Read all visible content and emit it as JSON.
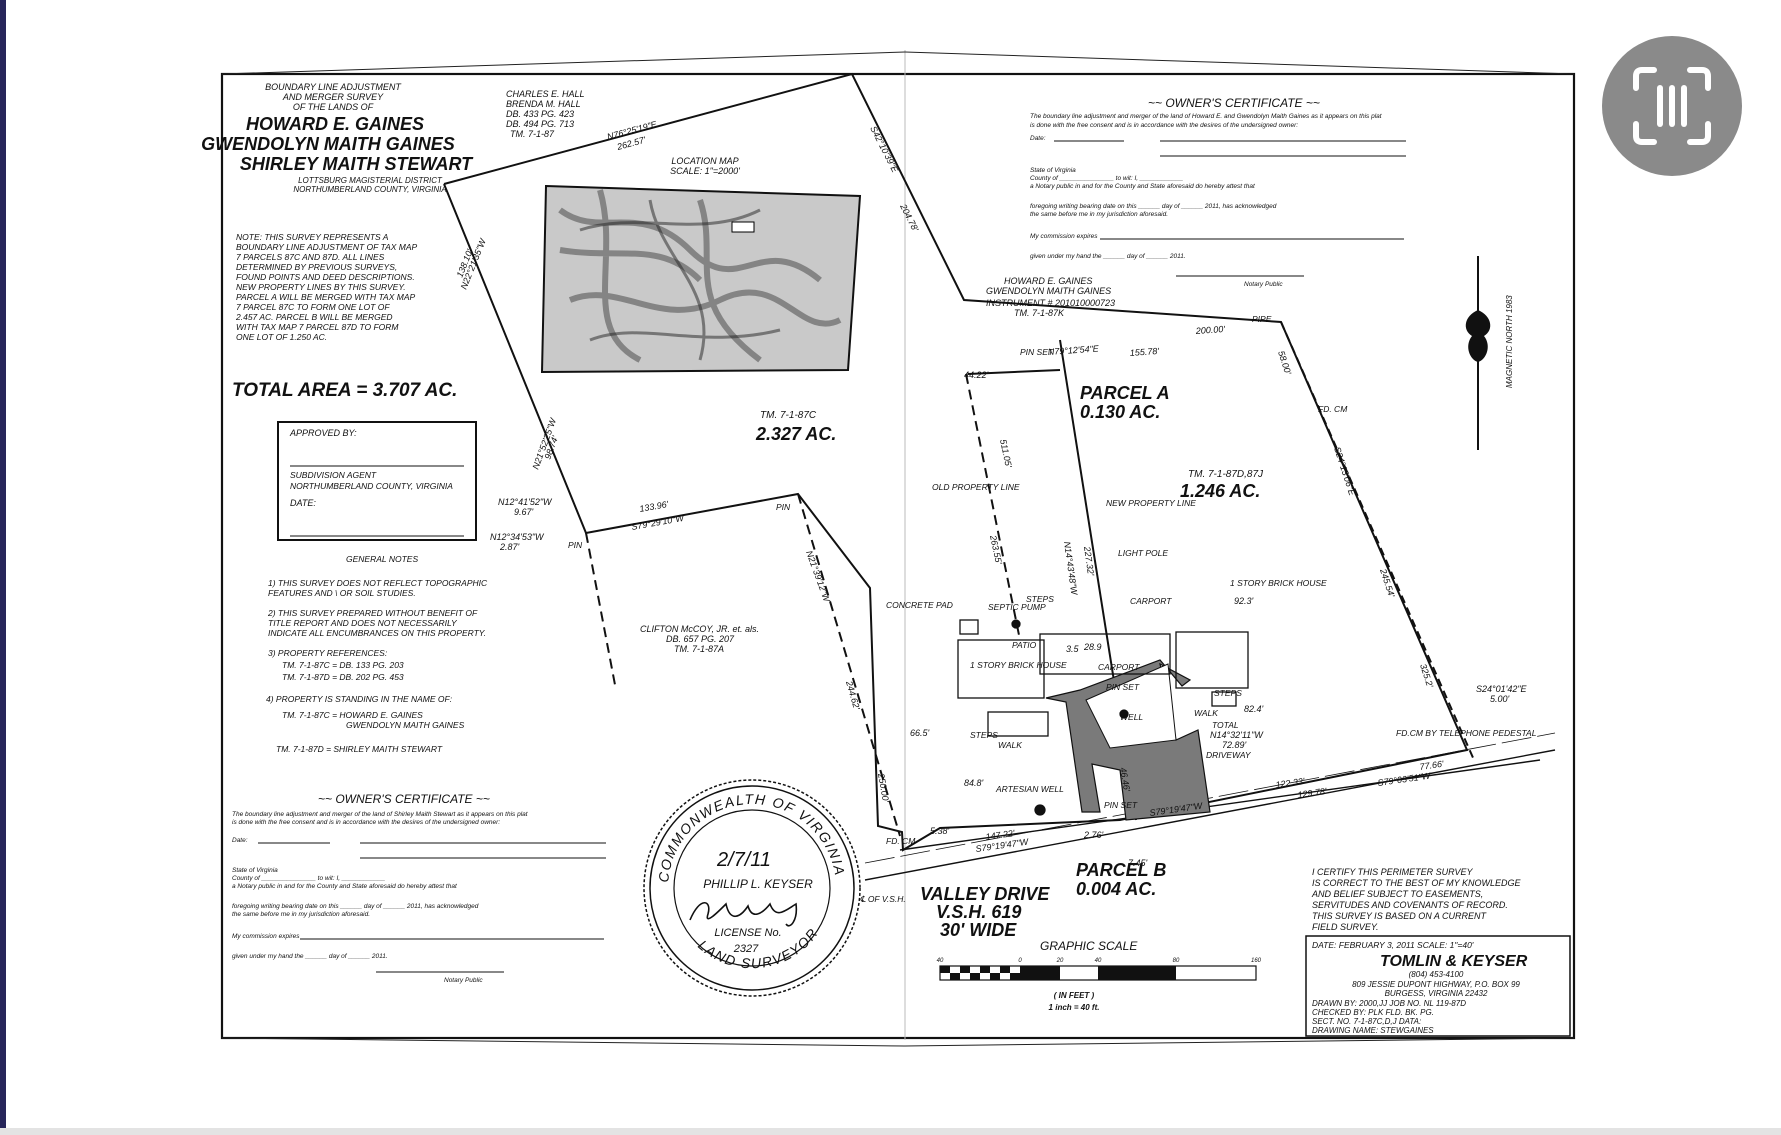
{
  "title_block": {
    "heading": [
      "BOUNDARY LINE ADJUSTMENT",
      "AND MERGER SURVEY",
      "OF THE LANDS OF"
    ],
    "owners": [
      "HOWARD E. GAINES",
      "GWENDOLYN MAITH GAINES",
      "SHIRLEY MAITH STEWART"
    ],
    "district": [
      "LOTTSBURG MAGISTERIAL DISTRICT",
      "NORTHUMBERLAND COUNTY, VIRGINIA"
    ]
  },
  "adjoiner_top": [
    "CHARLES E. HALL",
    "BRENDA M. HALL",
    "DB. 433 PG. 423",
    "DB. 494 PG. 713",
    "TM. 7-1-87"
  ],
  "location_map": {
    "title": "LOCATION MAP",
    "scale": "SCALE: 1\"=2000'"
  },
  "note": [
    "NOTE: THIS SURVEY REPRESENTS A",
    "BOUNDARY LINE ADJUSTMENT OF TAX MAP",
    "7 PARCELS 87C AND 87D. ALL LINES",
    "DETERMINED BY PREVIOUS SURVEYS,",
    "FOUND POINTS AND DEED DESCRIPTIONS.",
    "NEW PROPERTY LINES BY THIS SURVEY.",
    "PARCEL A WILL BE MERGED WITH TAX MAP",
    "7 PARCEL 87C TO FORM ONE LOT OF",
    "2.457 AC. PARCEL B WILL BE MERGED",
    "WITH TAX MAP 7 PARCEL 87D TO FORM",
    "ONE LOT OF 1.250 AC."
  ],
  "total_area": "TOTAL AREA = 3.707 AC.",
  "approval": {
    "approved": "APPROVED BY:",
    "agent": "SUBDIVISION AGENT",
    "county": "NORTHUMBERLAND COUNTY, VIRGINIA",
    "date": "DATE:"
  },
  "general_notes": {
    "title": "GENERAL NOTES",
    "lines": [
      "1) THIS SURVEY DOES NOT REFLECT TOPOGRAPHIC",
      "FEATURES AND \\ OR SOIL STUDIES.",
      "2) THIS SURVEY PREPARED WITHOUT BENEFIT OF",
      "TITLE REPORT AND DOES NOT NECESSARILY",
      "INDICATE ALL ENCUMBRANCES ON THIS PROPERTY.",
      "3) PROPERTY REFERENCES:",
      "TM. 7-1-87C = DB. 133 PG. 203",
      "TM. 7-1-87D = DB. 202 PG. 453",
      "4) PROPERTY IS STANDING IN THE NAME OF:",
      "TM. 7-1-87C = HOWARD E. GAINES",
      "GWENDOLYN MAITH GAINES",
      "TM. 7-1-87D = SHIRLEY MAITH STEWART"
    ]
  },
  "owners_cert_left": {
    "title": "~~ OWNER'S CERTIFICATE ~~",
    "lines": [
      "The boundary line adjustment and merger of the land of Shirley Maith Stewart as it appears on this plat",
      "is done with the free consent and is in accordance with the desires of the undersigned owner:",
      "Date:",
      "State of Virginia",
      "County of _______________ to wit: I, ____________",
      "a Notary public in and for the County and State aforesaid do hereby attest that",
      "foregoing writing bearing date on this ______ day of ______ 2011, has acknowledged",
      "the same before me in my jurisdiction aforesaid.",
      "My commission expires",
      "given under my hand the ______ day of ______ 2011.",
      "Notary Public"
    ]
  },
  "owners_cert_right": {
    "title": "~~ OWNER'S CERTIFICATE ~~",
    "lines": [
      "The boundary line adjustment and merger of the land of Howard E. and Gwendolyn Maith Gaines as it appears on this plat",
      "is done with the free consent and is in accordance with the desires of the undersigned owner:",
      "Date:",
      "State of Virginia",
      "County of _______________ to wit: I, ____________",
      "a Notary public in and for the County and State aforesaid do hereby attest that",
      "foregoing writing bearing date on this ______ day of ______ 2011, has acknowledged",
      "the same before me in my jurisdiction aforesaid.",
      "My commission expires",
      "given under my hand the ______ day of ______ 2011.",
      "Notary Public"
    ]
  },
  "adjoiner_right": [
    "HOWARD E. GAINES",
    "GWENDOLYN MAITH GAINES",
    "INSTRUMENT # 201010000723",
    "TM. 7-1-87K"
  ],
  "adjoiner_bottom": [
    "CLIFTON McCOY, JR. et. als.",
    "DB. 657 PG. 207",
    "TM. 7-1-87A"
  ],
  "parcels": {
    "main_tm": "TM. 7-1-87C",
    "main_area": "2.327 AC.",
    "a_name": "PARCEL A",
    "a_area": "0.130 AC.",
    "d_tm": "TM. 7-1-87D,87J",
    "d_area": "1.246 AC.",
    "b_name": "PARCEL B",
    "b_area": "0.004 AC."
  },
  "bearings": [
    "N76°25'19\"E",
    "262.57'",
    "S42°10'39\"E",
    "204.78'",
    "N22°21'35\"W",
    "138.10'",
    "N21°52'25\"W",
    "98.74'",
    "N12°41'52\"W",
    "9.67'",
    "N12°34'53\"W",
    "2.87'",
    "133.96'",
    "S79°29'10\"W",
    "N21°39'12\"W",
    "244.62'",
    "N79°12'54\"E",
    "155.78'",
    "200.00'",
    "44.22'",
    "58.00'",
    "S24°13'06\"E",
    "511.05'",
    "263.55'",
    "N14°43'48\"W",
    "227.32'",
    "245.54'",
    "325.2'",
    "S24°01'42\"E",
    "5.00'",
    "N14°32'11\"W",
    "72.89'",
    "122.33'",
    "129.78'",
    "77.66'",
    "S79°03'51\"W",
    "S79°19'47\"W",
    "S79°19'47\"W",
    "147.22'",
    "250.00'",
    "5.38'",
    "2.76'",
    "7.45'",
    "28.9",
    "3.5",
    "92.3'",
    "82.4'",
    "66.5'",
    "84.8'",
    "46.46'"
  ],
  "labels": [
    "PIN",
    "PIN",
    "PIN SET",
    "PIPE",
    "FD. CM",
    "OLD PROPERTY LINE",
    "NEW PROPERTY LINE",
    "LIGHT POLE",
    "1 STORY BRICK HOUSE",
    "CARPORT",
    "STEPS",
    "SEPTIC PUMP",
    "CONCRETE PAD",
    "PATIO",
    "CARPORT",
    "PIN SET",
    "WELL",
    "1 STORY BRICK HOUSE",
    "STEPS",
    "WALK",
    "WALK",
    "STEPS",
    "TOTAL",
    "DRIVEWAY",
    "ARTESIAN WELL",
    "PIN SET",
    "FD. CM",
    "FD.CM BY TELEPHONE PEDESTAL",
    "℄ OF V.S.H."
  ],
  "road": [
    "VALLEY DRIVE",
    "V.S.H. 619",
    "30' WIDE"
  ],
  "north": "MAGNETIC NORTH 1983",
  "seal": {
    "ring_top": "COMMONWEALTH OF VIRGINIA",
    "ring_bottom": "LAND SURVEYOR",
    "date": "2/7/11",
    "name": "PHILLIP L. KEYSER",
    "license": "LICENSE No.",
    "number": "2327"
  },
  "graphic_scale": {
    "title": "GRAPHIC SCALE",
    "unit": "( IN FEET )",
    "ratio": "1 inch = 40 ft.",
    "ticks": [
      "40",
      "0",
      "20",
      "40",
      "80",
      "160"
    ]
  },
  "certification": [
    "I CERTIFY THIS PERIMETER SURVEY",
    "IS CORRECT TO THE BEST OF MY KNOWLEDGE",
    "AND BELIEF SUBJECT TO EASEMENTS,",
    "SERVITUDES AND COVENANTS OF RECORD.",
    "THIS SURVEY IS BASED ON A CURRENT",
    "FIELD SURVEY."
  ],
  "firm": {
    "date_line": "DATE: FEBRUARY 3, 2011      SCALE: 1\"=40'",
    "name": "TOMLIN & KEYSER",
    "phone": "(804) 453-4100",
    "addr1": "809 JESSIE DUPONT HIGHWAY, P.O. BOX 99",
    "addr2": "BURGESS, VIRGINIA 22432",
    "drawn": "DRAWN BY: 2000,JJ        JOB NO. NL 119-87D",
    "checked": "CHECKED BY: PLK          FLD. BK.     PG.",
    "sect": "SECT. NO. 7-1-87C,D,J  DATA:",
    "drawing": "DRAWING NAME: STEWGAINES"
  },
  "button": {
    "icon": "scan-icon",
    "color": "#8a8a8a"
  }
}
